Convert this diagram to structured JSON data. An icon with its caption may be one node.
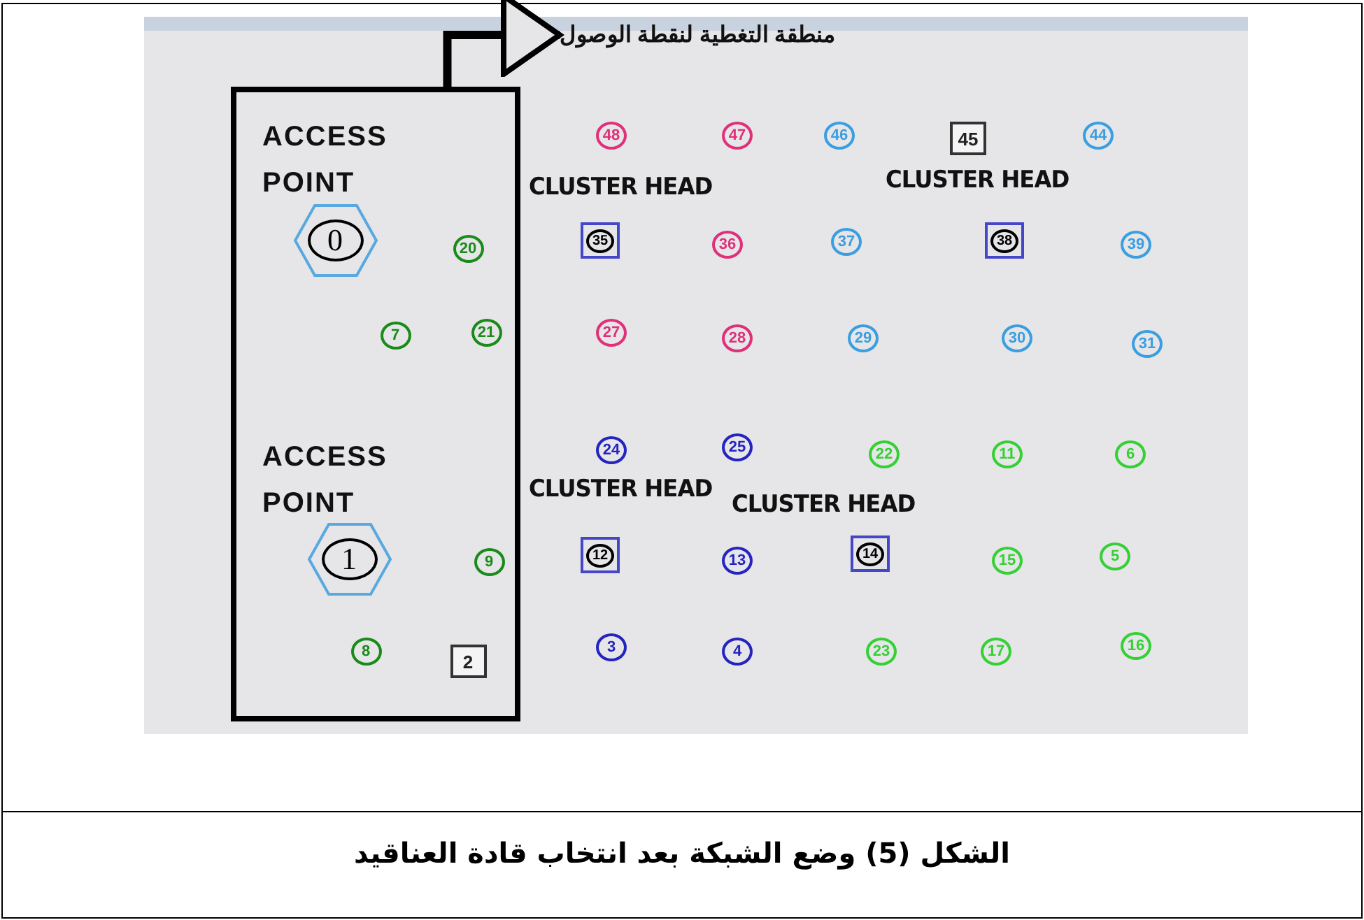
{
  "diagram": {
    "caption": "الشكل (5) وضع الشبكة بعد انتخاب قادة العناقيد",
    "nodes": [
      {
        "text": [
          "منطقة التغطية لنقطة الوصول"
        ]
      },
      {
        "text": [],
        "shape": "box"
      },
      {
        "text": [
          "48"
        ]
      },
      {
        "text": [
          "47"
        ]
      },
      {
        "text": [
          "46"
        ]
      },
      {
        "text": [
          "45"
        ]
      },
      {
        "text": [
          "44"
        ]
      },
      {
        "text": [
          "0"
        ],
        "in": 1,
        "beside": [
          "ACCESS POINT"
        ]
      },
      {
        "text": [
          "20"
        ],
        "in": 1
      },
      {
        "text": [
          "35"
        ]
      },
      {
        "text": [
          "36"
        ]
      },
      {
        "text": [
          "37"
        ]
      },
      {
        "text": [
          "38"
        ]
      },
      {
        "text": [
          "39"
        ]
      },
      {
        "text": [
          "7"
        ],
        "in": 1
      },
      {
        "text": [
          "21"
        ],
        "in": 1
      },
      {
        "text": [
          "27"
        ]
      },
      {
        "text": [
          "28"
        ]
      },
      {
        "text": [
          "29"
        ]
      },
      {
        "text": [
          "30"
        ]
      },
      {
        "text": [
          "31"
        ]
      },
      {
        "text": [
          "24"
        ]
      },
      {
        "text": [
          "25"
        ]
      },
      {
        "text": [
          "22"
        ]
      },
      {
        "text": [
          "11"
        ]
      },
      {
        "text": [
          "6"
        ]
      },
      {
        "text": [
          "1"
        ],
        "in": 1,
        "beside": [
          "ACCESS POINT"
        ]
      },
      {
        "text": [
          "9"
        ],
        "in": 1
      },
      {
        "text": [
          "12"
        ]
      },
      {
        "text": [
          "13"
        ]
      },
      {
        "text": [
          "14"
        ]
      },
      {
        "text": [
          "15"
        ]
      },
      {
        "text": [
          "5"
        ]
      },
      {
        "text": [
          "8"
        ],
        "in": 1
      },
      {
        "text": [
          "2"
        ],
        "in": 1
      },
      {
        "text": [
          "3"
        ]
      },
      {
        "text": [
          "4"
        ]
      },
      {
        "text": [
          "23"
        ]
      },
      {
        "text": [
          "17"
        ]
      },
      {
        "text": [
          "16"
        ]
      }
    ],
    "edges": [
      {
        "from": 1,
        "to": 0,
        "arrow": "to"
      }
    ],
    "labels": [
      "CLUSTER HEAD",
      "CLUSTER HEAD",
      "CLUSTER HEAD",
      "CLUSTER HEAD"
    ]
  }
}
